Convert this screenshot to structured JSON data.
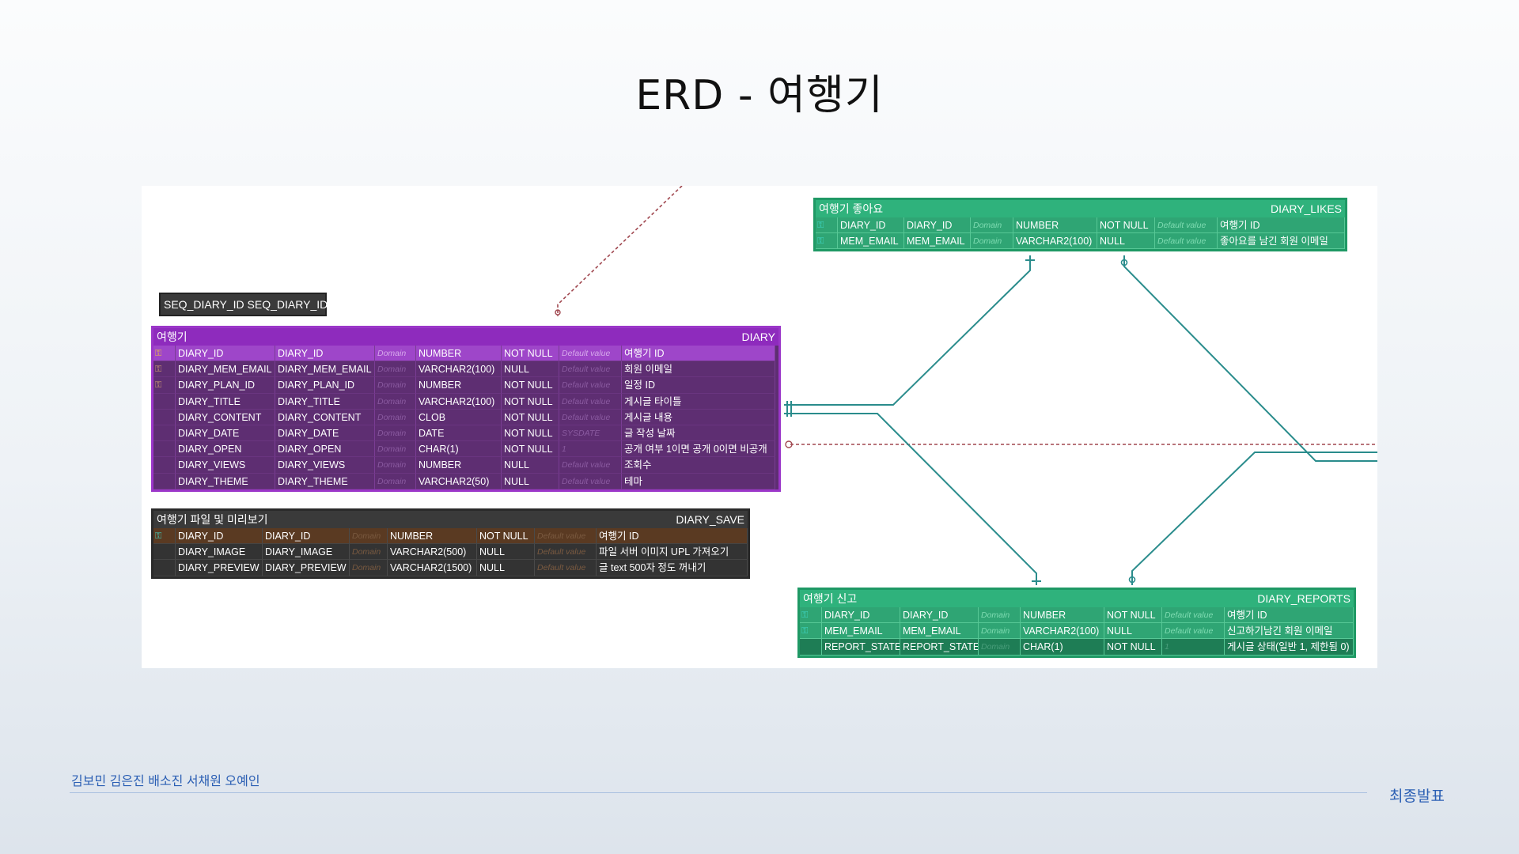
{
  "slide": {
    "title": "ERD - 여행기",
    "footer_names": "김보민 김은진 배소진 서채원 오예인",
    "footer_right": "최종발표"
  },
  "colors": {
    "diary": "#8e2bbd",
    "save": "#3a3a3a",
    "green": "#2fb27c",
    "relation": "#2a8c8c",
    "dashed_relation": "#a0474f",
    "accent_text": "#2b5fb4"
  },
  "sequence": {
    "label": "SEQ_DIARY_ID  SEQ_DIARY_ID"
  },
  "entities": {
    "diary": {
      "logical": "여행기",
      "physical": "DIARY",
      "rows": [
        {
          "key": "pk-icon",
          "logical": "DIARY_ID",
          "physical": "DIARY_ID",
          "domain": "Domain",
          "type": "NUMBER",
          "null": "NOT NULL",
          "default": "Default value",
          "comment": "여행기 ID"
        },
        {
          "key": "fk-icon",
          "logical": "DIARY_MEM_EMAIL",
          "physical": "DIARY_MEM_EMAIL",
          "domain": "Domain",
          "type": "VARCHAR2(100)",
          "null": "NULL",
          "default": "Default value",
          "comment": "회원 이메일"
        },
        {
          "key": "fk-icon",
          "logical": "DIARY_PLAN_ID",
          "physical": "DIARY_PLAN_ID",
          "domain": "Domain",
          "type": "NUMBER",
          "null": "NOT NULL",
          "default": "Default value",
          "comment": "일정 ID"
        },
        {
          "key": "",
          "logical": "DIARY_TITLE",
          "physical": "DIARY_TITLE",
          "domain": "Domain",
          "type": "VARCHAR2(100)",
          "null": "NOT NULL",
          "default": "Default value",
          "comment": "게시글 타이틀"
        },
        {
          "key": "",
          "logical": "DIARY_CONTENT",
          "physical": "DIARY_CONTENT",
          "domain": "Domain",
          "type": "CLOB",
          "null": "NOT NULL",
          "default": "Default value",
          "comment": "게시글 내용"
        },
        {
          "key": "",
          "logical": "DIARY_DATE",
          "physical": "DIARY_DATE",
          "domain": "Domain",
          "type": "DATE",
          "null": "NOT NULL",
          "default": "SYSDATE",
          "comment": "글 작성 날짜"
        },
        {
          "key": "",
          "logical": "DIARY_OPEN",
          "physical": "DIARY_OPEN",
          "domain": "Domain",
          "type": "CHAR(1)",
          "null": "NOT NULL",
          "default": "1",
          "comment": "공개 여부 1이면 공개 0이면 비공개"
        },
        {
          "key": "",
          "logical": "DIARY_VIEWS",
          "physical": "DIARY_VIEWS",
          "domain": "Domain",
          "type": "NUMBER",
          "null": "NULL",
          "default": "Default value",
          "comment": "조회수"
        },
        {
          "key": "",
          "logical": "DIARY_THEME",
          "physical": "DIARY_THEME",
          "domain": "Domain",
          "type": "VARCHAR2(50)",
          "null": "NULL",
          "default": "Default value",
          "comment": "테마"
        }
      ]
    },
    "save": {
      "logical": "여행기 파일 및 미리보기",
      "physical": "DIARY_SAVE",
      "rows": [
        {
          "key": "pkfk-icon",
          "logical": "DIARY_ID",
          "physical": "DIARY_ID",
          "domain": "Domain",
          "type": "NUMBER",
          "null": "NOT NULL",
          "default": "Default value",
          "comment": "여행기 ID"
        },
        {
          "key": "",
          "logical": "DIARY_IMAGE",
          "physical": "DIARY_IMAGE",
          "domain": "Domain",
          "type": "VARCHAR2(500)",
          "null": "NULL",
          "default": "Default value",
          "comment": "파일 서버 이미지 UPL 가져오기"
        },
        {
          "key": "",
          "logical": "DIARY_PREVIEW",
          "physical": "DIARY_PREVIEW",
          "domain": "Domain",
          "type": "VARCHAR2(1500)",
          "null": "NULL",
          "default": "Default value",
          "comment": "글 text 500자 정도 꺼내기"
        }
      ]
    },
    "likes": {
      "logical": "여행기 좋아요",
      "physical": "DIARY_LIKES",
      "rows": [
        {
          "key": "pkfk-icon",
          "logical": "DIARY_ID",
          "physical": "DIARY_ID",
          "domain": "Domain",
          "type": "NUMBER",
          "null": "NOT NULL",
          "default": "Default value",
          "comment": "여행기 ID"
        },
        {
          "key": "pkfk-icon",
          "logical": "MEM_EMAIL",
          "physical": "MEM_EMAIL",
          "domain": "Domain",
          "type": "VARCHAR2(100)",
          "null": "NULL",
          "default": "Default value",
          "comment": "좋아요를 남긴 회원 이메일"
        }
      ]
    },
    "reports": {
      "logical": "여행기 신고",
      "physical": "DIARY_REPORTS",
      "rows": [
        {
          "key": "pkfk-icon",
          "logical": "DIARY_ID",
          "physical": "DIARY_ID",
          "domain": "Domain",
          "type": "NUMBER",
          "null": "NOT NULL",
          "default": "Default value",
          "comment": "여행기 ID"
        },
        {
          "key": "pkfk-icon",
          "logical": "MEM_EMAIL",
          "physical": "MEM_EMAIL",
          "domain": "Domain",
          "type": "VARCHAR2(100)",
          "null": "NULL",
          "default": "Default value",
          "comment": "신고하기남긴 회원 이메일"
        },
        {
          "key": "",
          "logical": "REPORT_STATE",
          "physical": "REPORT_STATE",
          "domain": "Domain",
          "type": "CHAR(1)",
          "null": "NOT NULL",
          "default": "1",
          "comment": "게시글 상태(일반 1, 제한됨 0)"
        }
      ]
    }
  }
}
